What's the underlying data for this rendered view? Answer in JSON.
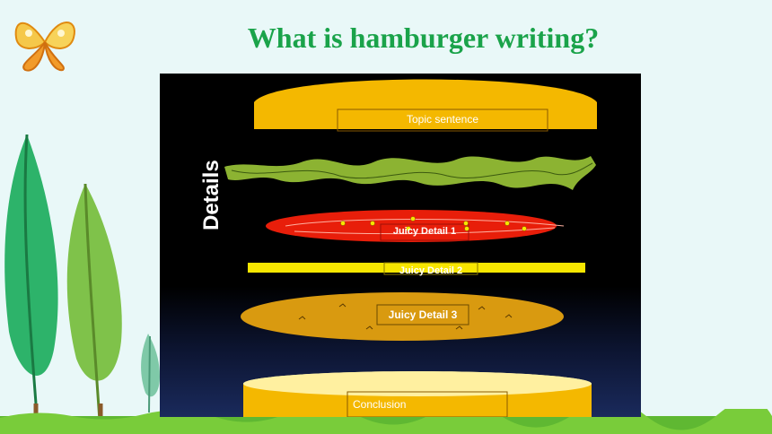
{
  "slide": {
    "title": "What is hamburger writing?",
    "side_label": "Details",
    "layers": {
      "top_bun": "Topic sentence",
      "lettuce": "",
      "tomato": "Juicy Detail 1",
      "cheese": "Juicy Detail 2",
      "patty": "Juicy Detail 3",
      "bottom_bun": "Conclusion"
    }
  },
  "colors": {
    "title": "#1aa34a",
    "bun": "#f4b800",
    "lettuce": "#8cb332",
    "tomato": "#e81e0a",
    "cheese": "#f7e600",
    "patty": "#d99a10"
  }
}
